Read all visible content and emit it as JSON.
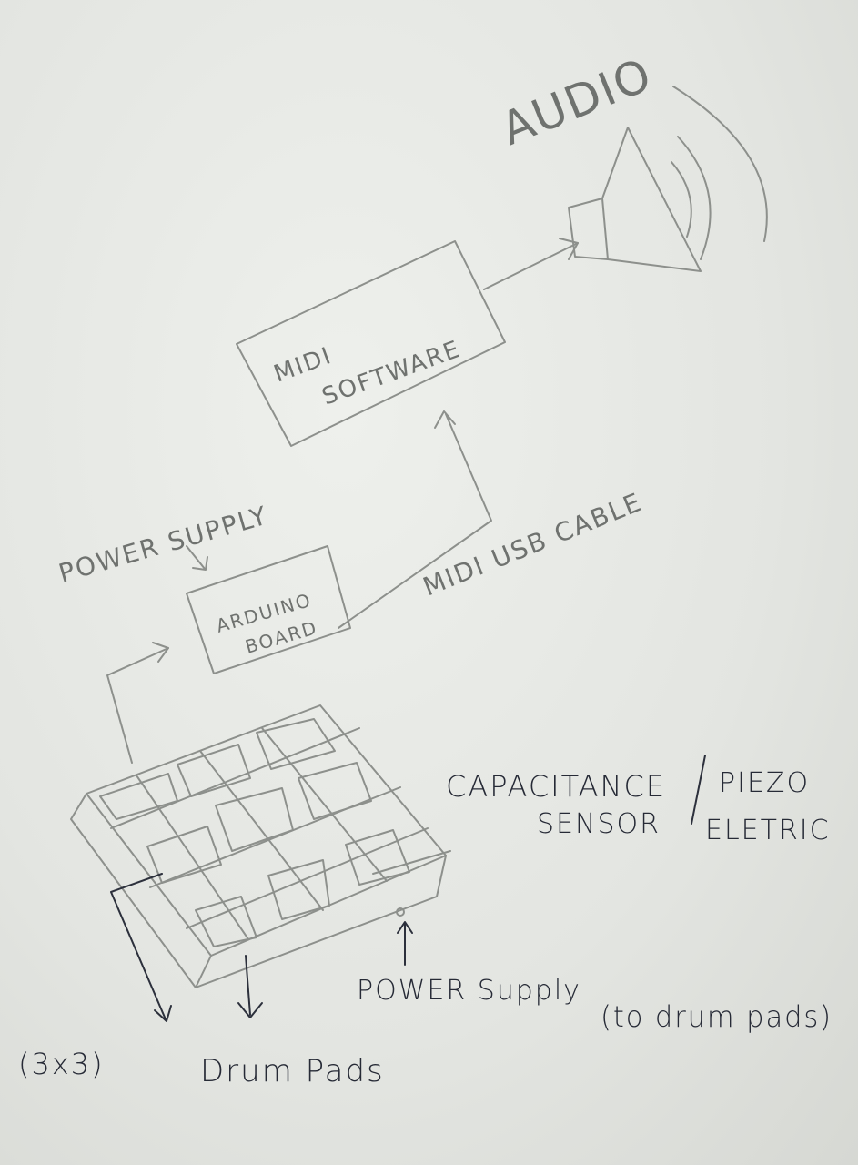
{
  "audio": {
    "label": "AUDIO"
  },
  "midi_software": {
    "line1": "MIDI",
    "line2": "SOFTWARE"
  },
  "midi_usb_cable": {
    "label": "MIDI USB CABLE"
  },
  "power_supply_board": {
    "label": "POWER SUPPLY"
  },
  "arduino_board": {
    "line1": "ARDUINO",
    "line2": "BOARD"
  },
  "sensor": {
    "line1": "CAPACITANCE",
    "line2": "SENSOR",
    "alt_line1": "PIEZO",
    "alt_line2": "ELETRIC"
  },
  "power_supply_pads": {
    "label": "POWER Supply",
    "note": "(to drum pads)"
  },
  "drum_pads": {
    "size": "(3x3)",
    "label": "Drum Pads"
  }
}
